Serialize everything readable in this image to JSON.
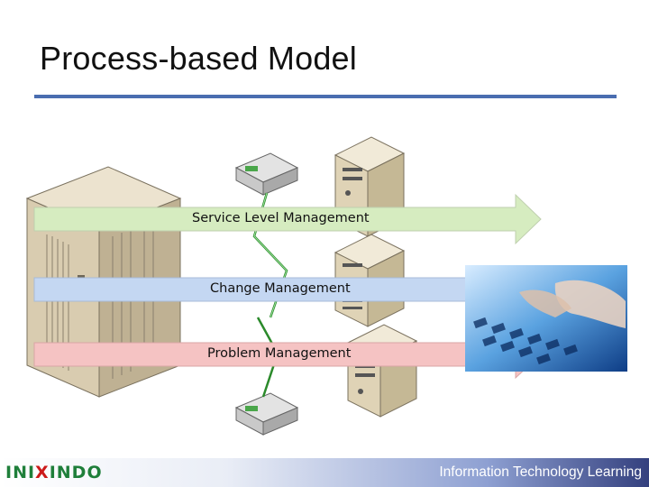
{
  "title": "Process-based Model",
  "arrows": [
    {
      "label": "Service Level Management",
      "color": "#d6ecc0"
    },
    {
      "label": "Change Management",
      "color": "#c4d7f2"
    },
    {
      "label": "Problem Management",
      "color": "#f5c3c3"
    }
  ],
  "icons": [
    "server-rack-icon",
    "tower-server-icon",
    "network-switch-icon",
    "lightning-link-icon",
    "keyboard-photo-icon"
  ],
  "footer": {
    "logo_prefix": "INI",
    "logo_x": "X",
    "logo_suffix": "INDO",
    "tagline": "Information Technology Learning"
  },
  "colors": {
    "accent": "#4a6db0",
    "footer_dark": "#34407e"
  }
}
